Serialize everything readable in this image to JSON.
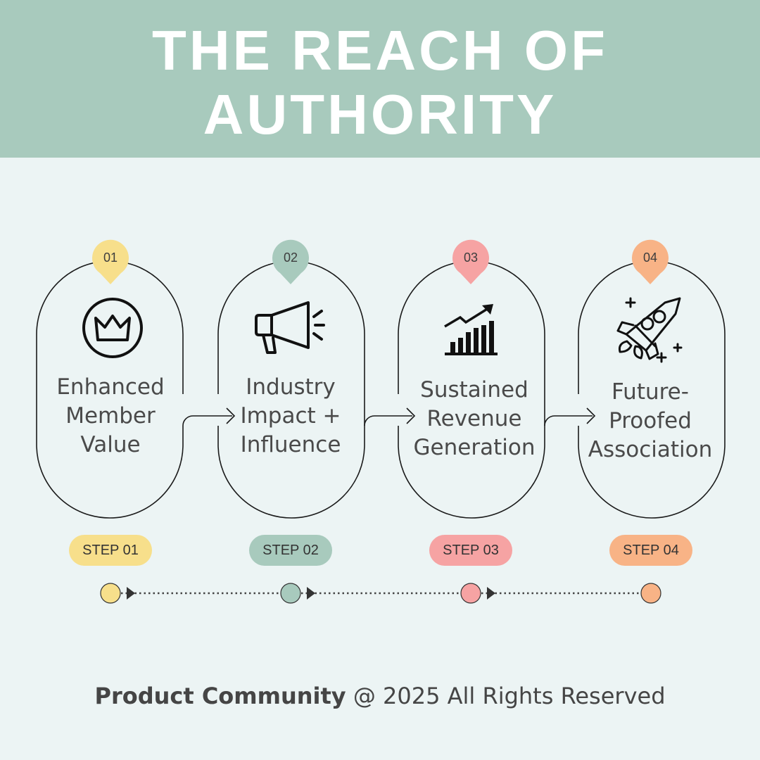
{
  "title": {
    "line1": "THE REACH OF",
    "line2": "AUTHORITY"
  },
  "colors": {
    "header": "#a8cabd",
    "background": "#ecf4f4",
    "step1": "#f7df8b",
    "step2": "#a8cabd",
    "step3": "#f6a3a3",
    "step4": "#f8b386"
  },
  "steps": [
    {
      "number": "01",
      "line1": "Enhanced",
      "line2": "Member",
      "line3": "Value",
      "pill": "STEP 01",
      "icon": "crown-icon"
    },
    {
      "number": "02",
      "line1": "Industry",
      "line2": "Impact +",
      "line3": "Influence",
      "pill": "STEP 02",
      "icon": "megaphone-icon"
    },
    {
      "number": "03",
      "line1": "Sustained",
      "line2": "Revenue",
      "line3": "Generation",
      "pill": "STEP 03",
      "icon": "growth-chart-icon"
    },
    {
      "number": "04",
      "line1": "Future-",
      "line2": "Proofed",
      "line3": "Association",
      "pill": "STEP 04",
      "icon": "rocket-icon"
    }
  ],
  "footer": {
    "brand": "Product Community",
    "text": " @ 2025 All Rights Reserved"
  }
}
